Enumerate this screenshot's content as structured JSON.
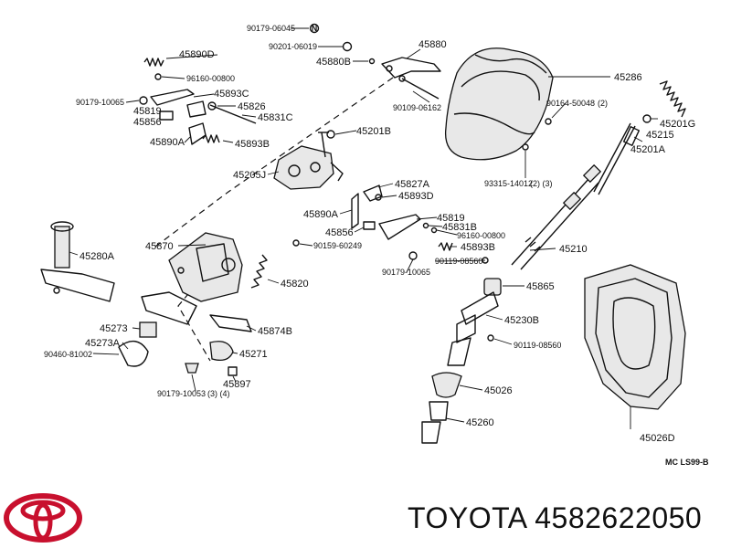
{
  "footer": {
    "brand_part_text": "TOYOTA 4582622050"
  },
  "diagram_code": "MC LS99-B",
  "brand_logo": "toyota-logo",
  "labels": {
    "p90179_06045": "90179-06045",
    "p45890d": "45890D",
    "p90201_06019": "90201-06019",
    "p45880": "45880",
    "p45880b": "45880B",
    "p45286": "45286",
    "p96160_00800a": "96160-00800",
    "p90179_10065a": "90179-10065",
    "p45819a": "45819",
    "p45856a": "45856",
    "p45893c": "45893C",
    "p45826": "45826",
    "p45831c": "45831C",
    "p90109_06162": "90109-06162",
    "p90164_50048": "90164-50048",
    "p90164_qty": "(2)",
    "p45201g": "45201G",
    "p45215": "45215",
    "p45201b": "45201B",
    "p45890a_top": "45890A",
    "p45893b_top": "45893B",
    "p45201a": "45201A",
    "p45205j": "45205J",
    "p93315_14012": "93315-14012",
    "p93315_qty": "(2) (3)",
    "p45827a": "45827A",
    "p45893d": "45893D",
    "p45890a_mid": "45890A",
    "p45819b": "45819",
    "p45831b": "45831B",
    "p45856b": "45856",
    "p96160_00800b": "96160-00800",
    "p45280a": "45280A",
    "p45870": "45870",
    "p90159_60249": "90159-60249",
    "p45893b_mid": "45893B",
    "p45210": "45210",
    "p90119_08560a": "90119-08560",
    "p90179_10065b": "90179-10065",
    "p45820": "45820",
    "p45865": "45865",
    "p45230b": "45230B",
    "p45273": "45273",
    "p45874b": "45874B",
    "p45273a": "45273A",
    "p90119_08560b": "90119-08560",
    "p90460_81002": "90460-81002",
    "p45271": "45271",
    "p45897": "45897",
    "p90179_10053": "90179-10053",
    "p90179_10053_qty": "(3) (4)",
    "p45026": "45026",
    "p45260": "45260",
    "p45026d": "45026D"
  }
}
